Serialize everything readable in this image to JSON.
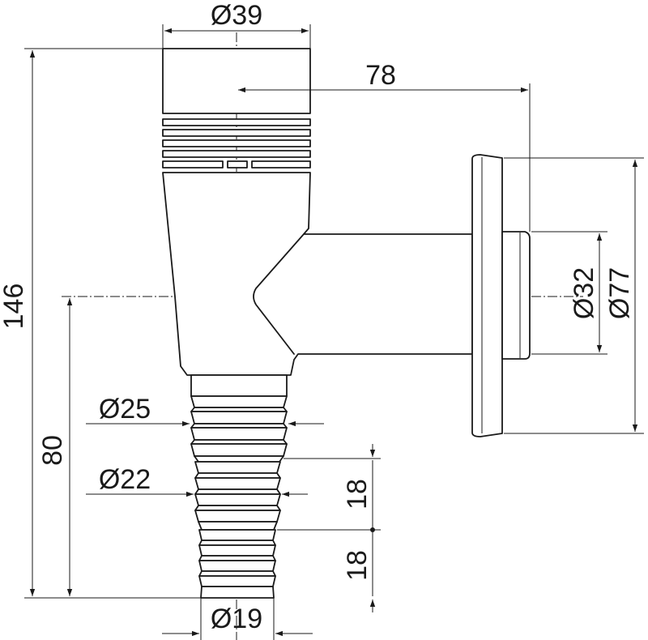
{
  "dimensions": {
    "top_diameter": "Ø39",
    "offset": "78",
    "total_height": "146",
    "outlet_height": "80",
    "hose_d1": "Ø25",
    "hose_d2": "Ø22",
    "hose_d3": "Ø19",
    "step_upper": "18",
    "step_lower": "18",
    "pipe_diameter": "Ø32",
    "flange_diameter": "Ø77"
  }
}
